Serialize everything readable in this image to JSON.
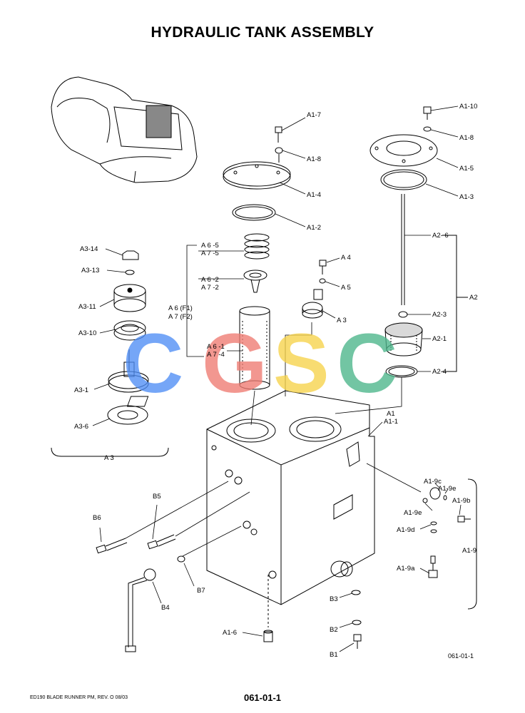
{
  "title": "HYDRAULIC TANK ASSEMBLY",
  "watermark": {
    "letters": [
      "C",
      "G",
      "S",
      "C"
    ],
    "colors": [
      "#4f8ef5",
      "#ef7b72",
      "#f7d34a",
      "#4bb58a"
    ]
  },
  "callouts": {
    "a1_7": "A1-7",
    "a1_8_left": "A1-8",
    "a1_4": "A1-4",
    "a1_2": "A1-2",
    "a1_10": "A1-10",
    "a1_8_right": "A1-8",
    "a1_5": "A1-5",
    "a1_3": "A1-3",
    "a2_6": "A2- 6",
    "a2": "A2",
    "a2_3": "A2-3",
    "a2_1": "A2-1",
    "a2_4": "A2-4",
    "a6_5": "A 6 -5",
    "a7_5": "A 7 -5",
    "a6_2": "A 6 -2",
    "a7_2": "A 7 -2",
    "a6_f1": "A 6  (F1)",
    "a7_f2": "A 7  (F2)",
    "a6_1": "A 6 -1",
    "a7_4": "A 7 -4",
    "a4": "A 4",
    "a5": "A 5",
    "a3_right": "A 3",
    "a3_14": "A3-14",
    "a3_13": "A3-13",
    "a3_11": "A3-11",
    "a3_10": "A3-10",
    "a3_1": "A3-1",
    "a3_6": "A3-6",
    "a3_group": "A 3",
    "a1": "A1",
    "a1_1": "A1-1",
    "a1_9c": "A1-9c",
    "a1_9e_top": "A1-9e",
    "a1_9b": "A1-9b",
    "a1_9e": "A1-9e",
    "a1_9d": "A1-9d",
    "a1_9": "A1-9",
    "a1_9a": "A1-9a",
    "b5": "B5",
    "b6": "B6",
    "b7": "B7",
    "b4": "B4",
    "b3": "B3",
    "b2": "B2",
    "b1": "B1",
    "a1_6": "A1-6"
  },
  "ref_code": "061-01-1",
  "footer": {
    "left": "ED190 BLADE RUNNER PM,  REV. O  08/03",
    "center": "061-01-1"
  }
}
